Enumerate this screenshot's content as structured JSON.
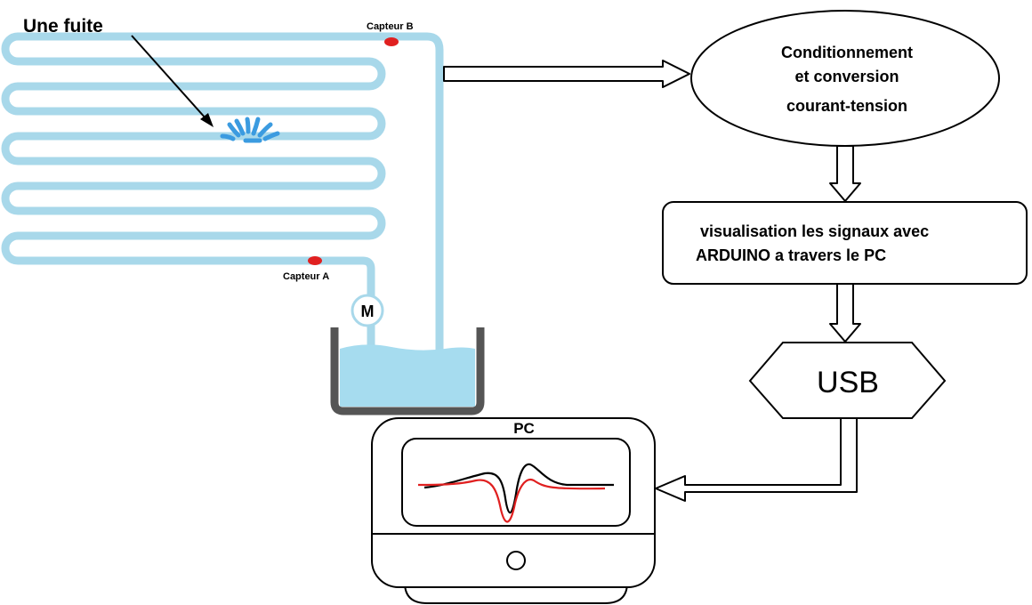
{
  "labels": {
    "leak": "Une fuite",
    "sensor_b": "Capteur B",
    "sensor_a": "Capteur A",
    "motor": "M",
    "pc_title": "PC"
  },
  "blocks": {
    "conditioning": [
      "Conditionnement",
      "et conversion",
      "courant-tension"
    ],
    "visualisation": [
      "visualisation les signaux avec",
      "ARDUINO a travers le PC"
    ],
    "usb": "USB"
  },
  "colors": {
    "pipe": "#a8d8ea",
    "water": "#a6dcef",
    "leak_spray": "#3b9be0",
    "sensor": "#e02020",
    "signal_black": "#000000",
    "signal_red": "#e02020"
  }
}
